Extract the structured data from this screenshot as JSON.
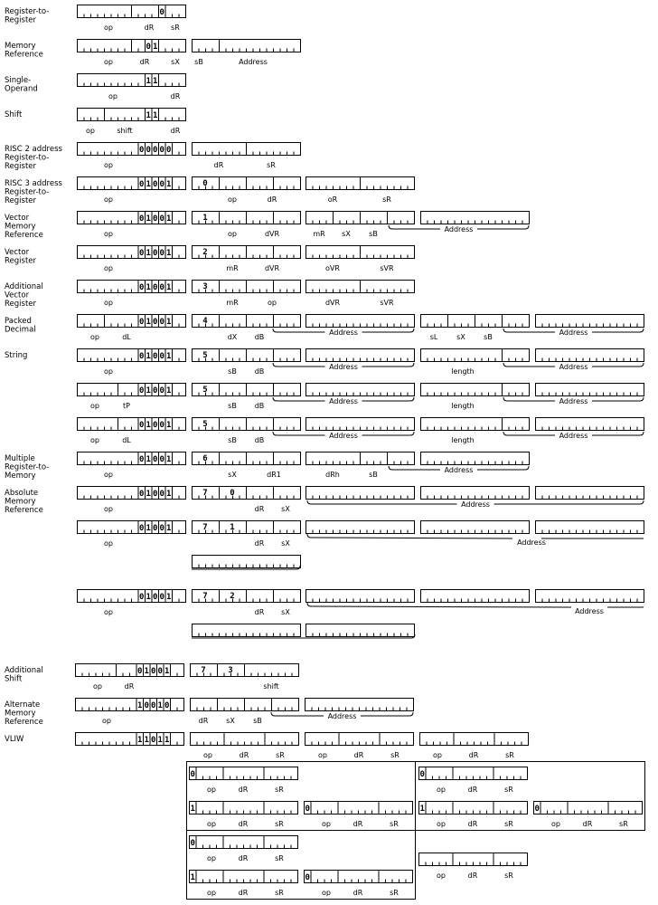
{
  "rows": [
    {
      "label": "Register-to-Register",
      "lines": [
        "Register-to-",
        "Register"
      ],
      "fields": [
        "op",
        "dR",
        "sR"
      ],
      "bits": [
        "0"
      ]
    },
    {
      "label": "Memory Reference",
      "lines": [
        "Memory",
        "Reference"
      ],
      "fields": [
        "op",
        "dR",
        "sX",
        "sB",
        "Address"
      ],
      "bits": [
        "0",
        "1"
      ]
    },
    {
      "label": "Single-Operand",
      "lines": [
        "Single-",
        "Operand"
      ],
      "fields": [
        "op",
        "dR"
      ],
      "bits": [
        "1",
        "1"
      ]
    },
    {
      "label": "Shift",
      "lines": [
        "Shift"
      ],
      "fields": [
        "op",
        "shift",
        "dR"
      ],
      "bits": [
        "1",
        "1"
      ]
    },
    {
      "label": "RISC 2 address Register-to-Register",
      "lines": [
        "RISC 2 address",
        "Register-to-",
        "Register"
      ],
      "fields": [
        "op",
        "dR",
        "sR"
      ],
      "bits": [
        "0",
        "0",
        "0",
        "0",
        "0"
      ]
    },
    {
      "label": "RISC 3 address Register-to-Register",
      "lines": [
        "RISC 3 address",
        "Register-to-",
        "Register"
      ],
      "fields": [
        "op",
        "op",
        "dR",
        "oR",
        "sR"
      ],
      "bits": [
        "0",
        "1",
        "0",
        "0",
        "1",
        "0"
      ]
    },
    {
      "label": "Vector Memory Reference",
      "lines": [
        "Vector",
        "Memory",
        "Reference"
      ],
      "fields": [
        "op",
        "op",
        "dVR",
        "mR",
        "sX",
        "sB",
        "Address"
      ],
      "bits": [
        "0",
        "1",
        "0",
        "0",
        "1",
        "1"
      ]
    },
    {
      "label": "Vector Register",
      "lines": [
        "Vector",
        "Register"
      ],
      "fields": [
        "op",
        "mR",
        "dVR",
        "oVR",
        "sVR"
      ],
      "bits": [
        "0",
        "1",
        "0",
        "0",
        "1",
        "2"
      ]
    },
    {
      "label": "Additional Vector Register",
      "lines": [
        "Additional",
        "Vector",
        "Register"
      ],
      "fields": [
        "op",
        "mR",
        "op",
        "dVR",
        "sVR"
      ],
      "bits": [
        "0",
        "1",
        "0",
        "0",
        "1",
        "3"
      ]
    },
    {
      "label": "Packed Decimal",
      "lines": [
        "Packed",
        "Decimal"
      ],
      "fields": [
        "op",
        "dL",
        "dX",
        "dB",
        "Address",
        "sL",
        "sX",
        "sB",
        "Address"
      ],
      "bits": [
        "0",
        "1",
        "0",
        "0",
        "1",
        "4"
      ]
    },
    {
      "label": "String",
      "lines": [
        "String"
      ],
      "fields": [
        "op",
        "sB",
        "dB",
        "Address",
        "length",
        "Address"
      ],
      "bits": [
        "0",
        "1",
        "0",
        "0",
        "1",
        "5"
      ]
    },
    {
      "label": "",
      "lines": [],
      "fields": [
        "op",
        "tP",
        "sB",
        "dB",
        "Address",
        "length",
        "Address"
      ],
      "bits": [
        "0",
        "1",
        "0",
        "0",
        "1",
        "5"
      ]
    },
    {
      "label": "",
      "lines": [],
      "fields": [
        "op",
        "dL",
        "sB",
        "dB",
        "Address",
        "length",
        "Address"
      ],
      "bits": [
        "0",
        "1",
        "0",
        "0",
        "1",
        "5"
      ]
    },
    {
      "label": "Multiple Register-to-Memory",
      "lines": [
        "Multiple",
        "Register-to-",
        "Memory"
      ],
      "fields": [
        "op",
        "sX",
        "dR1",
        "dRh",
        "sB",
        "Address"
      ],
      "bits": [
        "0",
        "1",
        "0",
        "0",
        "1",
        "6"
      ]
    },
    {
      "label": "Absolute Memory Reference",
      "lines": [
        "Absolute",
        "Memory",
        "Reference"
      ],
      "fields": [
        "op",
        "dR",
        "sX",
        "Address"
      ],
      "bits": [
        "0",
        "1",
        "0",
        "0",
        "1",
        "7",
        "0"
      ]
    },
    {
      "label": "",
      "lines": [],
      "fields": [
        "op",
        "dR",
        "sX",
        "Address"
      ],
      "bits": [
        "0",
        "1",
        "0",
        "0",
        "1",
        "7",
        "1"
      ]
    },
    {
      "label": "",
      "lines": [],
      "fields": [
        "op",
        "dR",
        "sX",
        "Address"
      ],
      "bits": [
        "0",
        "1",
        "0",
        "0",
        "1",
        "7",
        "2"
      ]
    },
    {
      "label": "Additional Shift",
      "lines": [
        "Additional",
        "Shift"
      ],
      "fields": [
        "op",
        "dR",
        "shift"
      ],
      "bits": [
        "0",
        "1",
        "0",
        "0",
        "1",
        "7",
        "3"
      ]
    },
    {
      "label": "Alternate Memory Reference",
      "lines": [
        "Alternate",
        "Memory",
        "Reference"
      ],
      "fields": [
        "op",
        "dR",
        "sX",
        "sB",
        "Address"
      ],
      "bits": [
        "1",
        "0",
        "0",
        "1",
        "0"
      ]
    },
    {
      "label": "VLIW",
      "lines": [
        "VLIW"
      ],
      "fields": [
        "op",
        "dR",
        "sR",
        "op",
        "dR",
        "sR",
        "op",
        "dR",
        "sR"
      ],
      "bits": [
        "1",
        "1",
        "0",
        "1",
        "1"
      ]
    }
  ],
  "vliw_sub": {
    "fields": [
      "op",
      "dR",
      "sR"
    ],
    "bits": [
      "0",
      "1",
      "0",
      "1"
    ]
  }
}
